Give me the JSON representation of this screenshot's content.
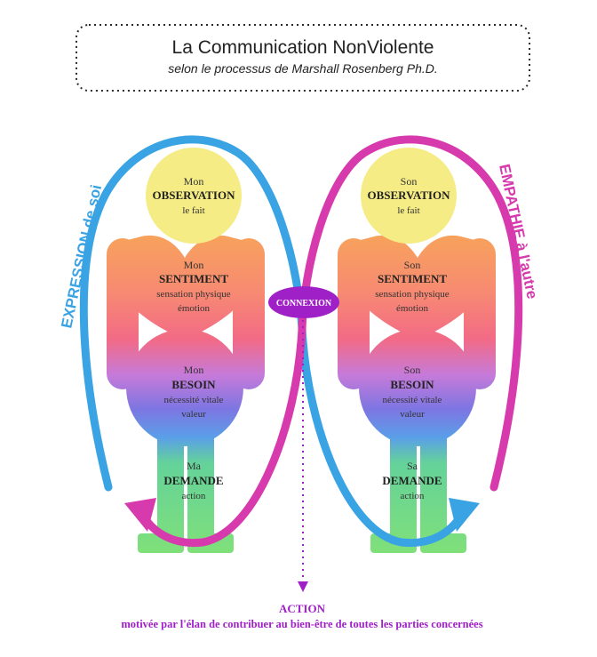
{
  "header": {
    "title": "La Communication NonViolente",
    "subtitle": "selon le processus de Marshall Rosenberg Ph.D."
  },
  "left_person": {
    "observation": {
      "prefix": "Mon",
      "title": "OBSERVATION",
      "detail": "le fait"
    },
    "sentiment": {
      "prefix": "Mon",
      "title": "SENTIMENT",
      "line1": "sensation physique",
      "line2": "émotion"
    },
    "besoin": {
      "prefix": "Mon",
      "title": "BESOIN",
      "line1": "nécessité vitale",
      "line2": "valeur"
    },
    "demande": {
      "prefix": "Ma",
      "title": "DEMANDE",
      "detail": "action"
    }
  },
  "right_person": {
    "observation": {
      "prefix": "Son",
      "title": "OBSERVATION",
      "detail": "le fait"
    },
    "sentiment": {
      "prefix": "Son",
      "title": "SENTIMENT",
      "line1": "sensation physique",
      "line2": "émotion"
    },
    "besoin": {
      "prefix": "Son",
      "title": "BESOIN",
      "line1": "nécessité vitale",
      "line2": "valeur"
    },
    "demande": {
      "prefix": "Sa",
      "title": "DEMANDE",
      "detail": "action"
    }
  },
  "labels": {
    "expression": "EXPRESSION de soi",
    "empathie": "EMPATHIE à l'autre",
    "connexion": "CONNEXION",
    "action_title": "ACTION",
    "action_text": "motivée par l'élan de contribuer au bien-être de toutes les parties concernées"
  },
  "colors": {
    "blue": "#3aa3e3",
    "magenta": "#d63aad",
    "purple": "#a020c8",
    "yellow": "#f5ec86"
  }
}
